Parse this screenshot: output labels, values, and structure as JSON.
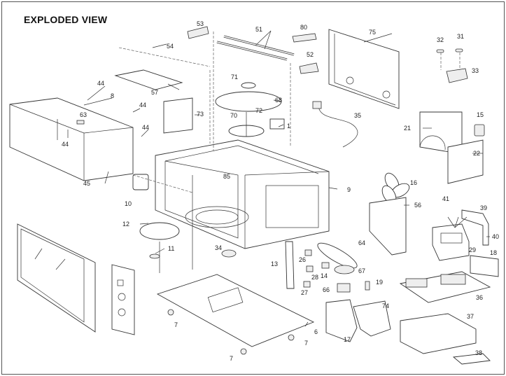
{
  "title": "EXPLODED VIEW",
  "parts": [
    {
      "id": "p1",
      "label": "1"
    },
    {
      "id": "p6",
      "label": "6"
    },
    {
      "id": "p7a",
      "label": "7"
    },
    {
      "id": "p7b",
      "label": "7"
    },
    {
      "id": "p7c",
      "label": "7"
    },
    {
      "id": "p8",
      "label": "8"
    },
    {
      "id": "p9",
      "label": "9"
    },
    {
      "id": "p10",
      "label": "10"
    },
    {
      "id": "p11",
      "label": "11"
    },
    {
      "id": "p12",
      "label": "12"
    },
    {
      "id": "p13",
      "label": "13"
    },
    {
      "id": "p14",
      "label": "14"
    },
    {
      "id": "p15",
      "label": "15"
    },
    {
      "id": "p16",
      "label": "16"
    },
    {
      "id": "p17",
      "label": "17"
    },
    {
      "id": "p18",
      "label": "18"
    },
    {
      "id": "p19",
      "label": "19"
    },
    {
      "id": "p21",
      "label": "21"
    },
    {
      "id": "p22",
      "label": "22"
    },
    {
      "id": "p26",
      "label": "26"
    },
    {
      "id": "p27",
      "label": "27"
    },
    {
      "id": "p28",
      "label": "28"
    },
    {
      "id": "p29",
      "label": "29"
    },
    {
      "id": "p31",
      "label": "31"
    },
    {
      "id": "p32",
      "label": "32"
    },
    {
      "id": "p33",
      "label": "33"
    },
    {
      "id": "p34",
      "label": "34"
    },
    {
      "id": "p35",
      "label": "35"
    },
    {
      "id": "p36",
      "label": "36"
    },
    {
      "id": "p37",
      "label": "37"
    },
    {
      "id": "p38",
      "label": "38"
    },
    {
      "id": "p39",
      "label": "39"
    },
    {
      "id": "p40",
      "label": "40"
    },
    {
      "id": "p41",
      "label": "41"
    },
    {
      "id": "p44a",
      "label": "44"
    },
    {
      "id": "p44b",
      "label": "44"
    },
    {
      "id": "p44c",
      "label": "44"
    },
    {
      "id": "p44d",
      "label": "44"
    },
    {
      "id": "p45",
      "label": "45"
    },
    {
      "id": "p51",
      "label": "51"
    },
    {
      "id": "p52",
      "label": "52"
    },
    {
      "id": "p53",
      "label": "53"
    },
    {
      "id": "p54",
      "label": "54"
    },
    {
      "id": "p56",
      "label": "56"
    },
    {
      "id": "p57",
      "label": "57"
    },
    {
      "id": "p63",
      "label": "63"
    },
    {
      "id": "p64",
      "label": "64"
    },
    {
      "id": "p66",
      "label": "66"
    },
    {
      "id": "p67",
      "label": "67"
    },
    {
      "id": "p68",
      "label": "68"
    },
    {
      "id": "p70",
      "label": "70"
    },
    {
      "id": "p71",
      "label": "71"
    },
    {
      "id": "p72",
      "label": "72"
    },
    {
      "id": "p73",
      "label": "73"
    },
    {
      "id": "p74",
      "label": "74"
    },
    {
      "id": "p75",
      "label": "75"
    },
    {
      "id": "p80",
      "label": "80"
    },
    {
      "id": "p85",
      "label": "85"
    }
  ]
}
